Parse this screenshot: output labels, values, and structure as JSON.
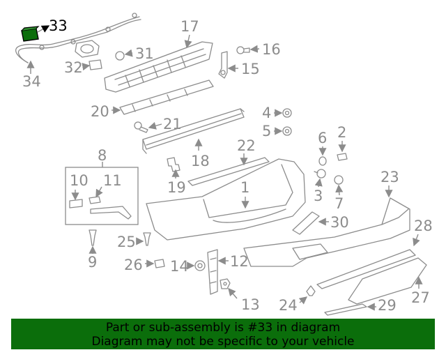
{
  "highlight_color": "#0b6e0b",
  "highlighted_part": "33",
  "callouts": [
    "33",
    "34",
    "31",
    "32",
    "17",
    "16",
    "15",
    "20",
    "21",
    "18",
    "4",
    "5",
    "6",
    "2",
    "22",
    "8",
    "10",
    "11",
    "19",
    "1",
    "3",
    "7",
    "23",
    "30",
    "28",
    "25",
    "9",
    "26",
    "14",
    "12",
    "13",
    "24",
    "29",
    "27"
  ],
  "banner": {
    "line1": "Part or sub-assembly is #33 in diagram",
    "line2": "Diagram may not be specific to your vehicle"
  }
}
